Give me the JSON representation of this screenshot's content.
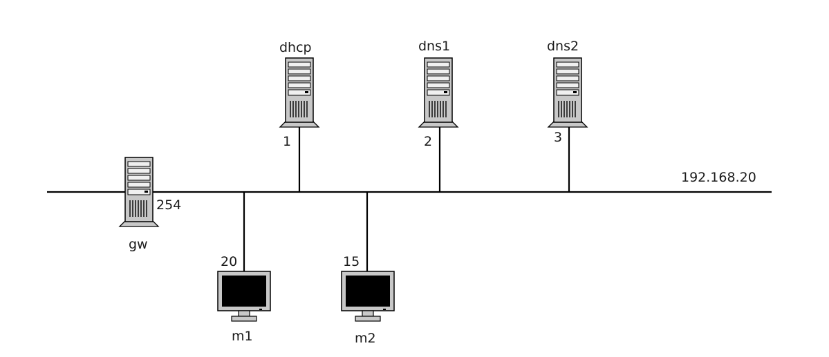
{
  "network": {
    "label": "192.168.20"
  },
  "gateway": {
    "name": "gw",
    "address": "254"
  },
  "servers": [
    {
      "name": "dhcp",
      "address": "1"
    },
    {
      "name": "dns1",
      "address": "2"
    },
    {
      "name": "dns2",
      "address": "3"
    }
  ],
  "hosts": [
    {
      "name": "m1",
      "address": "20"
    },
    {
      "name": "m2",
      "address": "15"
    }
  ],
  "icons": {
    "server": "server-tower-icon",
    "host": "monitor-icon"
  },
  "colors": {
    "line": "#000000",
    "device_body": "#c8c8c8",
    "screen": "#000000"
  }
}
